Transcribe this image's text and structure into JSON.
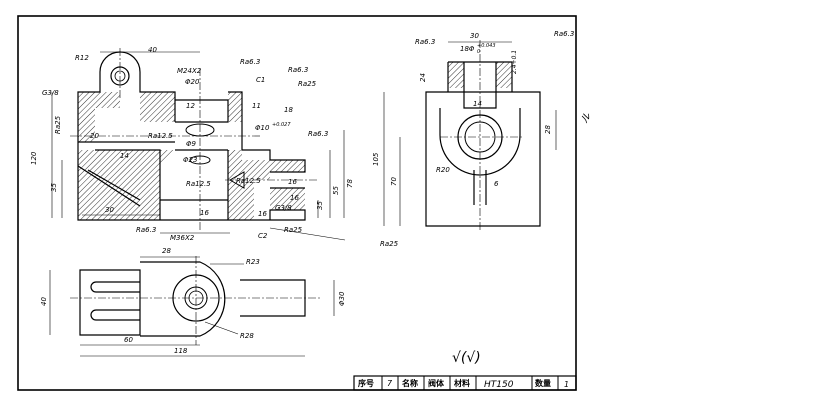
{
  "title_block": {
    "serial_label": "序号",
    "serial_value": "7",
    "name_label": "名称",
    "name_value": "阀体",
    "material_label": "材料",
    "material_value": "HT150",
    "quantity_label": "数量",
    "quantity_value": "1"
  },
  "general_roughness": "√(√)",
  "sheet_edge_mark": "ル",
  "front_view": {
    "dims": {
      "r12": "R12",
      "d40": "40",
      "g38_top": "G3/8",
      "m24": "M24X2",
      "phi20": "Φ20",
      "c1": "C1",
      "d12": "12",
      "d11": "11",
      "d18": "18",
      "d20": "20",
      "phi10": "Φ10",
      "tol_phi10": "+0.027",
      "phi9": "Φ9",
      "phi23": "Φ23",
      "d14": "14",
      "d16a": "16",
      "d16b": "16",
      "d16c": "16",
      "d120": "120",
      "d35": "35",
      "d30": "30",
      "d55": "55",
      "d78": "78",
      "d35b": "35",
      "m36": "M36X2",
      "c2": "C2",
      "g38_right": "G3/8",
      "d16m": "16",
      "ra63_a": "Ra6.3",
      "ra63_b": "Ra6.3",
      "ra25_a": "Ra25",
      "ra63_c": "Ra6.3",
      "ra63_d": "Ra6.3",
      "ra25_b": "Ra25",
      "ra125_a": "Ra12.5",
      "ra125_b": "Ra12.5",
      "ra125_c": "Ra12.5",
      "ra25_left": "Ra25",
      "ra25_bottom": "Ra25"
    }
  },
  "side_view": {
    "dims": {
      "d30": "30",
      "ra63_l": "Ra6.3",
      "ra63_r": "Ra6.3",
      "phi18": "18Φ",
      "tol18": "+0.043",
      "tol18b": "0",
      "d24": "24",
      "d14": "14",
      "d28": "28",
      "d105": "105",
      "d70": "70",
      "r20": "R20",
      "d6": "6",
      "side_tol": "2.4+0.1"
    }
  },
  "top_view": {
    "dims": {
      "d28": "28",
      "r23": "R23",
      "d40": "40",
      "phi30": "Φ30",
      "d60": "60",
      "d118": "118",
      "r28": "R28"
    }
  }
}
